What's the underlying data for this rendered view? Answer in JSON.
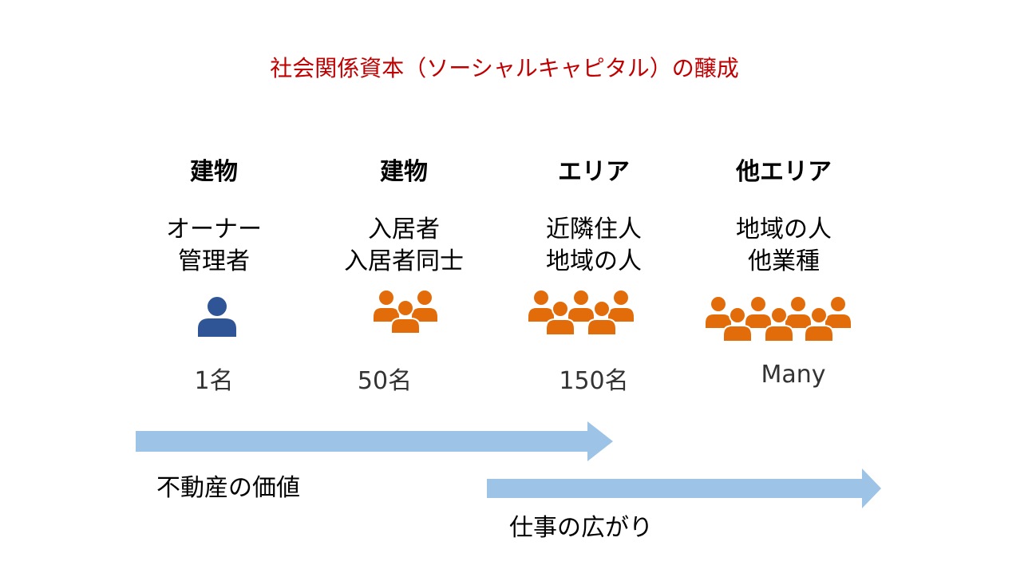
{
  "title": "社会関係資本（ソーシャルキャピタル）の醸成",
  "colors": {
    "title": "#c00000",
    "owner_icon": "#2f5597",
    "people_icon": "#e36c0a",
    "arrow": "#9dc3e6"
  },
  "columns": [
    {
      "category": "建物",
      "people_line1": "オーナー",
      "people_line2": "管理者",
      "count": "1名",
      "icon": "single-person-icon"
    },
    {
      "category": "建物",
      "people_line1": "入居者",
      "people_line2": "入居者同士",
      "count": "50名",
      "icon": "small-group-icon"
    },
    {
      "category": "エリア",
      "people_line1": "近隣住人",
      "people_line2": "地域の人",
      "count": "150名",
      "icon": "medium-group-icon"
    },
    {
      "category": "他エリア",
      "people_line1": "地域の人",
      "people_line2": "他業種",
      "count": "Many",
      "icon": "large-group-icon"
    }
  ],
  "arrows": {
    "real_estate_value": "不動産の価値",
    "work_expansion": "仕事の広がり"
  }
}
